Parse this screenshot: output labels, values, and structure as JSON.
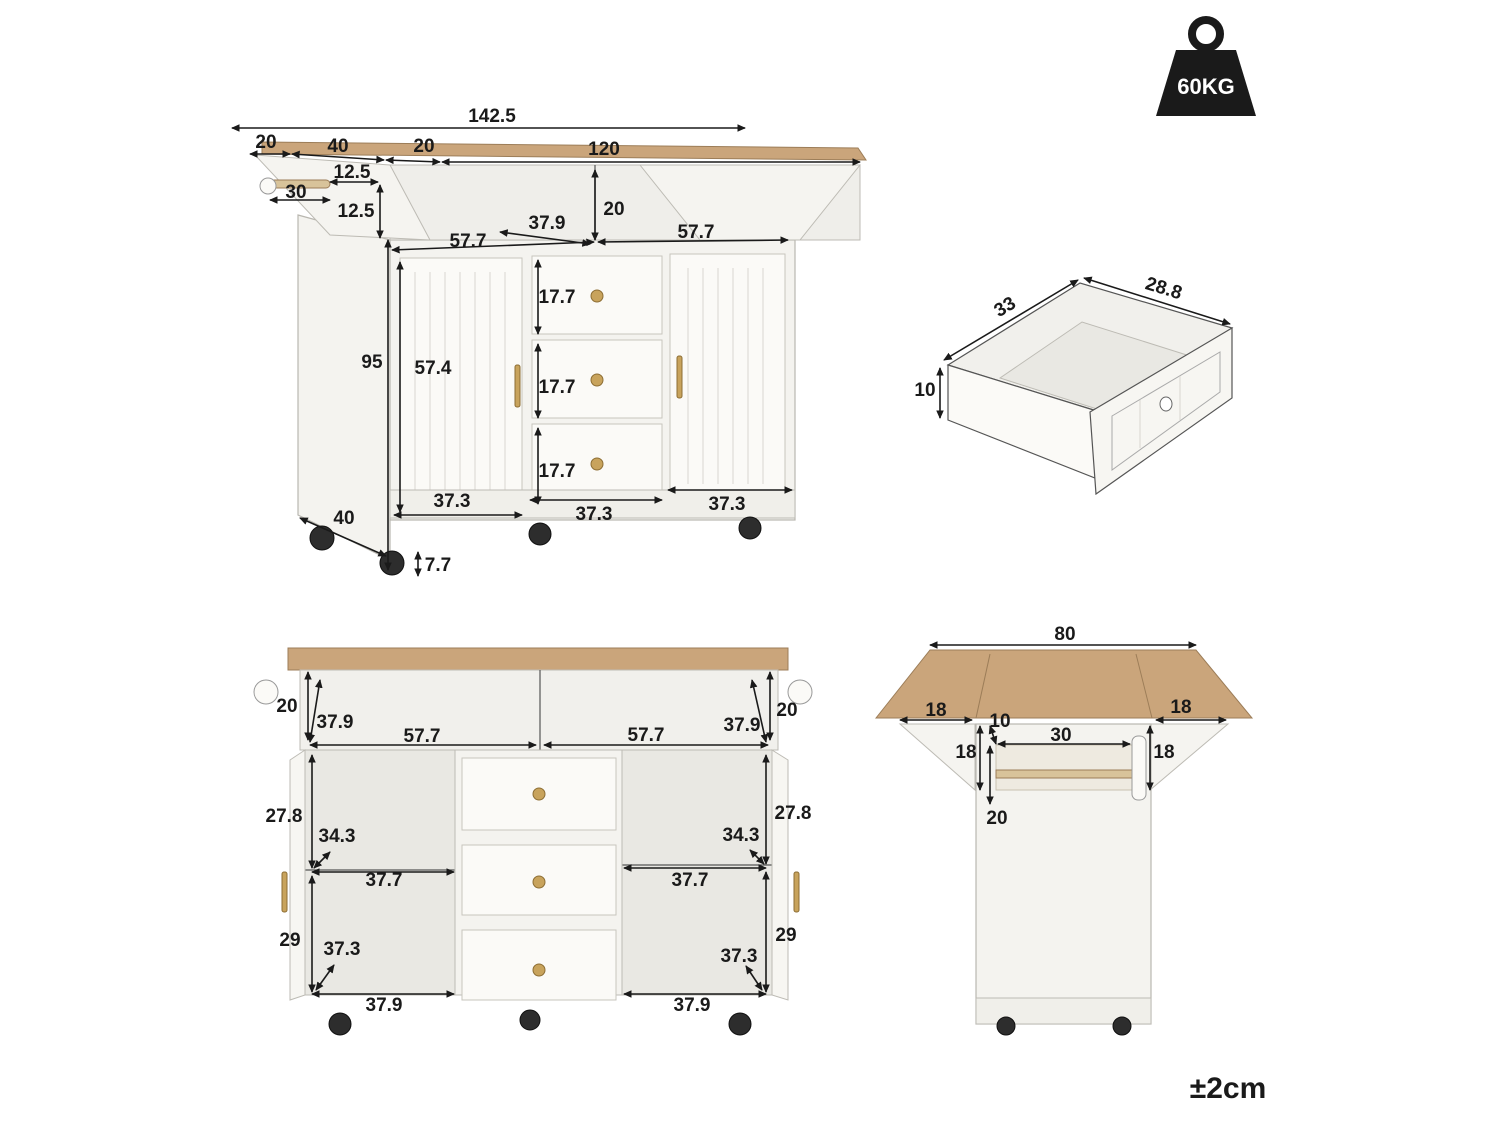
{
  "badge": {
    "weight": "60KG",
    "icon": "weight-icon"
  },
  "tolerance": "±2cm",
  "front_view": {
    "total_width": "142.5",
    "leaf_left": "20",
    "leaf_mid": "40",
    "leaf_gap": "20",
    "top_width": "120",
    "rack_offset": "12.5",
    "rack_length": "30",
    "rack_height": "12.5",
    "shelf_height": "20",
    "shelf_depth": "37.9",
    "shelf_left": "57.7",
    "shelf_right": "57.7",
    "height": "95",
    "door_height": "57.4",
    "drawer1": "17.7",
    "drawer2": "17.7",
    "drawer3": "17.7",
    "bottom_left": "37.3",
    "bottom_mid": "37.3",
    "bottom_right": "37.3",
    "depth": "40",
    "wheel_height": "7.7"
  },
  "drawer_view": {
    "depth": "33",
    "width": "28.8",
    "height": "10"
  },
  "open_view": {
    "left_side_height": "20",
    "right_side_height": "20",
    "left_shelf_depth": "37.9",
    "right_shelf_depth": "37.9",
    "shelf_left": "57.7",
    "shelf_right": "57.7",
    "left_upper": "27.8",
    "right_upper": "27.8",
    "left_upper_depth": "34.3",
    "right_upper_depth": "34.3",
    "left_mid_width": "37.7",
    "right_mid_width": "37.7",
    "left_lower": "29",
    "right_lower": "29",
    "left_lower_depth": "37.3",
    "right_lower_depth": "37.3",
    "left_bottom": "37.9",
    "right_bottom": "37.9"
  },
  "side_view": {
    "top_width": "80",
    "leaf_left": "18",
    "leaf_right": "18",
    "rack_offset": "10",
    "rack_length": "30",
    "leaf_left_height": "18",
    "leaf_right_height": "18",
    "rack_height": "20"
  }
}
